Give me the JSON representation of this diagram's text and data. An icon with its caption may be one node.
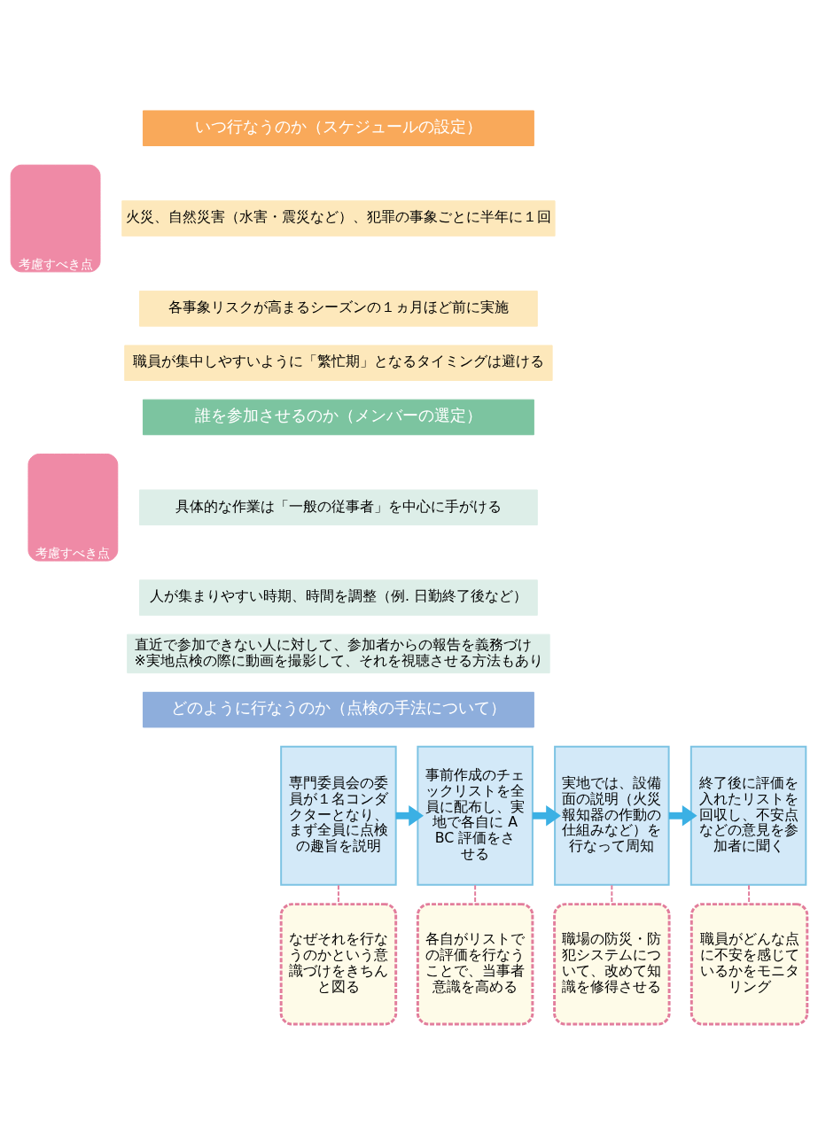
{
  "diagram": {
    "nodes": [
      {
        "text": [
          "いつ行なうのか（スケジュールの設定）"
        ]
      },
      {
        "text": [
          "考慮すべき点"
        ]
      },
      {
        "text": [
          "火災、自然災害（水害・震災など）、犯罪の事象ごとに半年に１回"
        ]
      },
      {
        "text": [
          "各事象リスクが高まるシーズンの１ヵ月ほど前に実施"
        ]
      },
      {
        "text": [
          "職員が集中しやすいように「繁忙期」となるタイミングは避ける"
        ]
      },
      {
        "text": [
          "誰を参加させるのか（メンバーの選定）"
        ]
      },
      {
        "text": [
          "考慮すべき点"
        ]
      },
      {
        "text": [
          "具体的な作業は「一般の従事者」を中心に手がける"
        ]
      },
      {
        "text": [
          "人が集まりやすい時期、時間を調整（例. 日勤終了後など）"
        ]
      },
      {
        "text": [
          "直近で参加できない人に対して、参加者からの報告を義務づけ",
          "※実地点検の際に動画を撮影して、それを視聴させる方法もあり"
        ]
      },
      {
        "text": [
          "どのように行なうのか（点検の手法について）"
        ]
      },
      {
        "text": [
          "専門委員会の委員が１名コンダクターとなり、まず全員に点検の趣旨を説明"
        ]
      },
      {
        "text": [
          "事前作成のチェックリストを全員に配布し、実地で各自に ABC 評価をさせる"
        ]
      },
      {
        "text": [
          "実地では、設備面の説明（火災報知器の作動の仕組みなど）を行なって周知"
        ]
      },
      {
        "text": [
          "終了後に評価を入れたリストを回収し、不安点などの意見を参加者に聞く"
        ]
      },
      {
        "text": [
          "なぜそれを行なうのかという意識づけをきちんと図る"
        ]
      },
      {
        "text": [
          "各自がリストでの評価を行なうことで、当事者意識を高める"
        ]
      },
      {
        "text": [
          "職場の防災・防犯システムについて、改めて知識を修得させる"
        ]
      },
      {
        "text": [
          "職員がどんな点に不安を感じているかをモニタリング"
        ]
      }
    ],
    "edges": [
      {
        "from": 11,
        "to": 12,
        "arrow": "to",
        "style": "thick",
        "color": "#3bb0e4"
      },
      {
        "from": 12,
        "to": 13,
        "arrow": "to",
        "style": "thick",
        "color": "#3bb0e4"
      },
      {
        "from": 13,
        "to": 14,
        "arrow": "to",
        "style": "thick",
        "color": "#3bb0e4"
      },
      {
        "from": 15,
        "to": 11,
        "arrow": "none",
        "style": "dashed",
        "color": "#e27d9c"
      },
      {
        "from": 16,
        "to": 12,
        "arrow": "none",
        "style": "dashed",
        "color": "#e27d9c"
      },
      {
        "from": 17,
        "to": 13,
        "arrow": "none",
        "style": "dashed",
        "color": "#e27d9c"
      },
      {
        "from": 18,
        "to": 14,
        "arrow": "none",
        "style": "dashed",
        "color": "#e27d9c"
      }
    ]
  }
}
